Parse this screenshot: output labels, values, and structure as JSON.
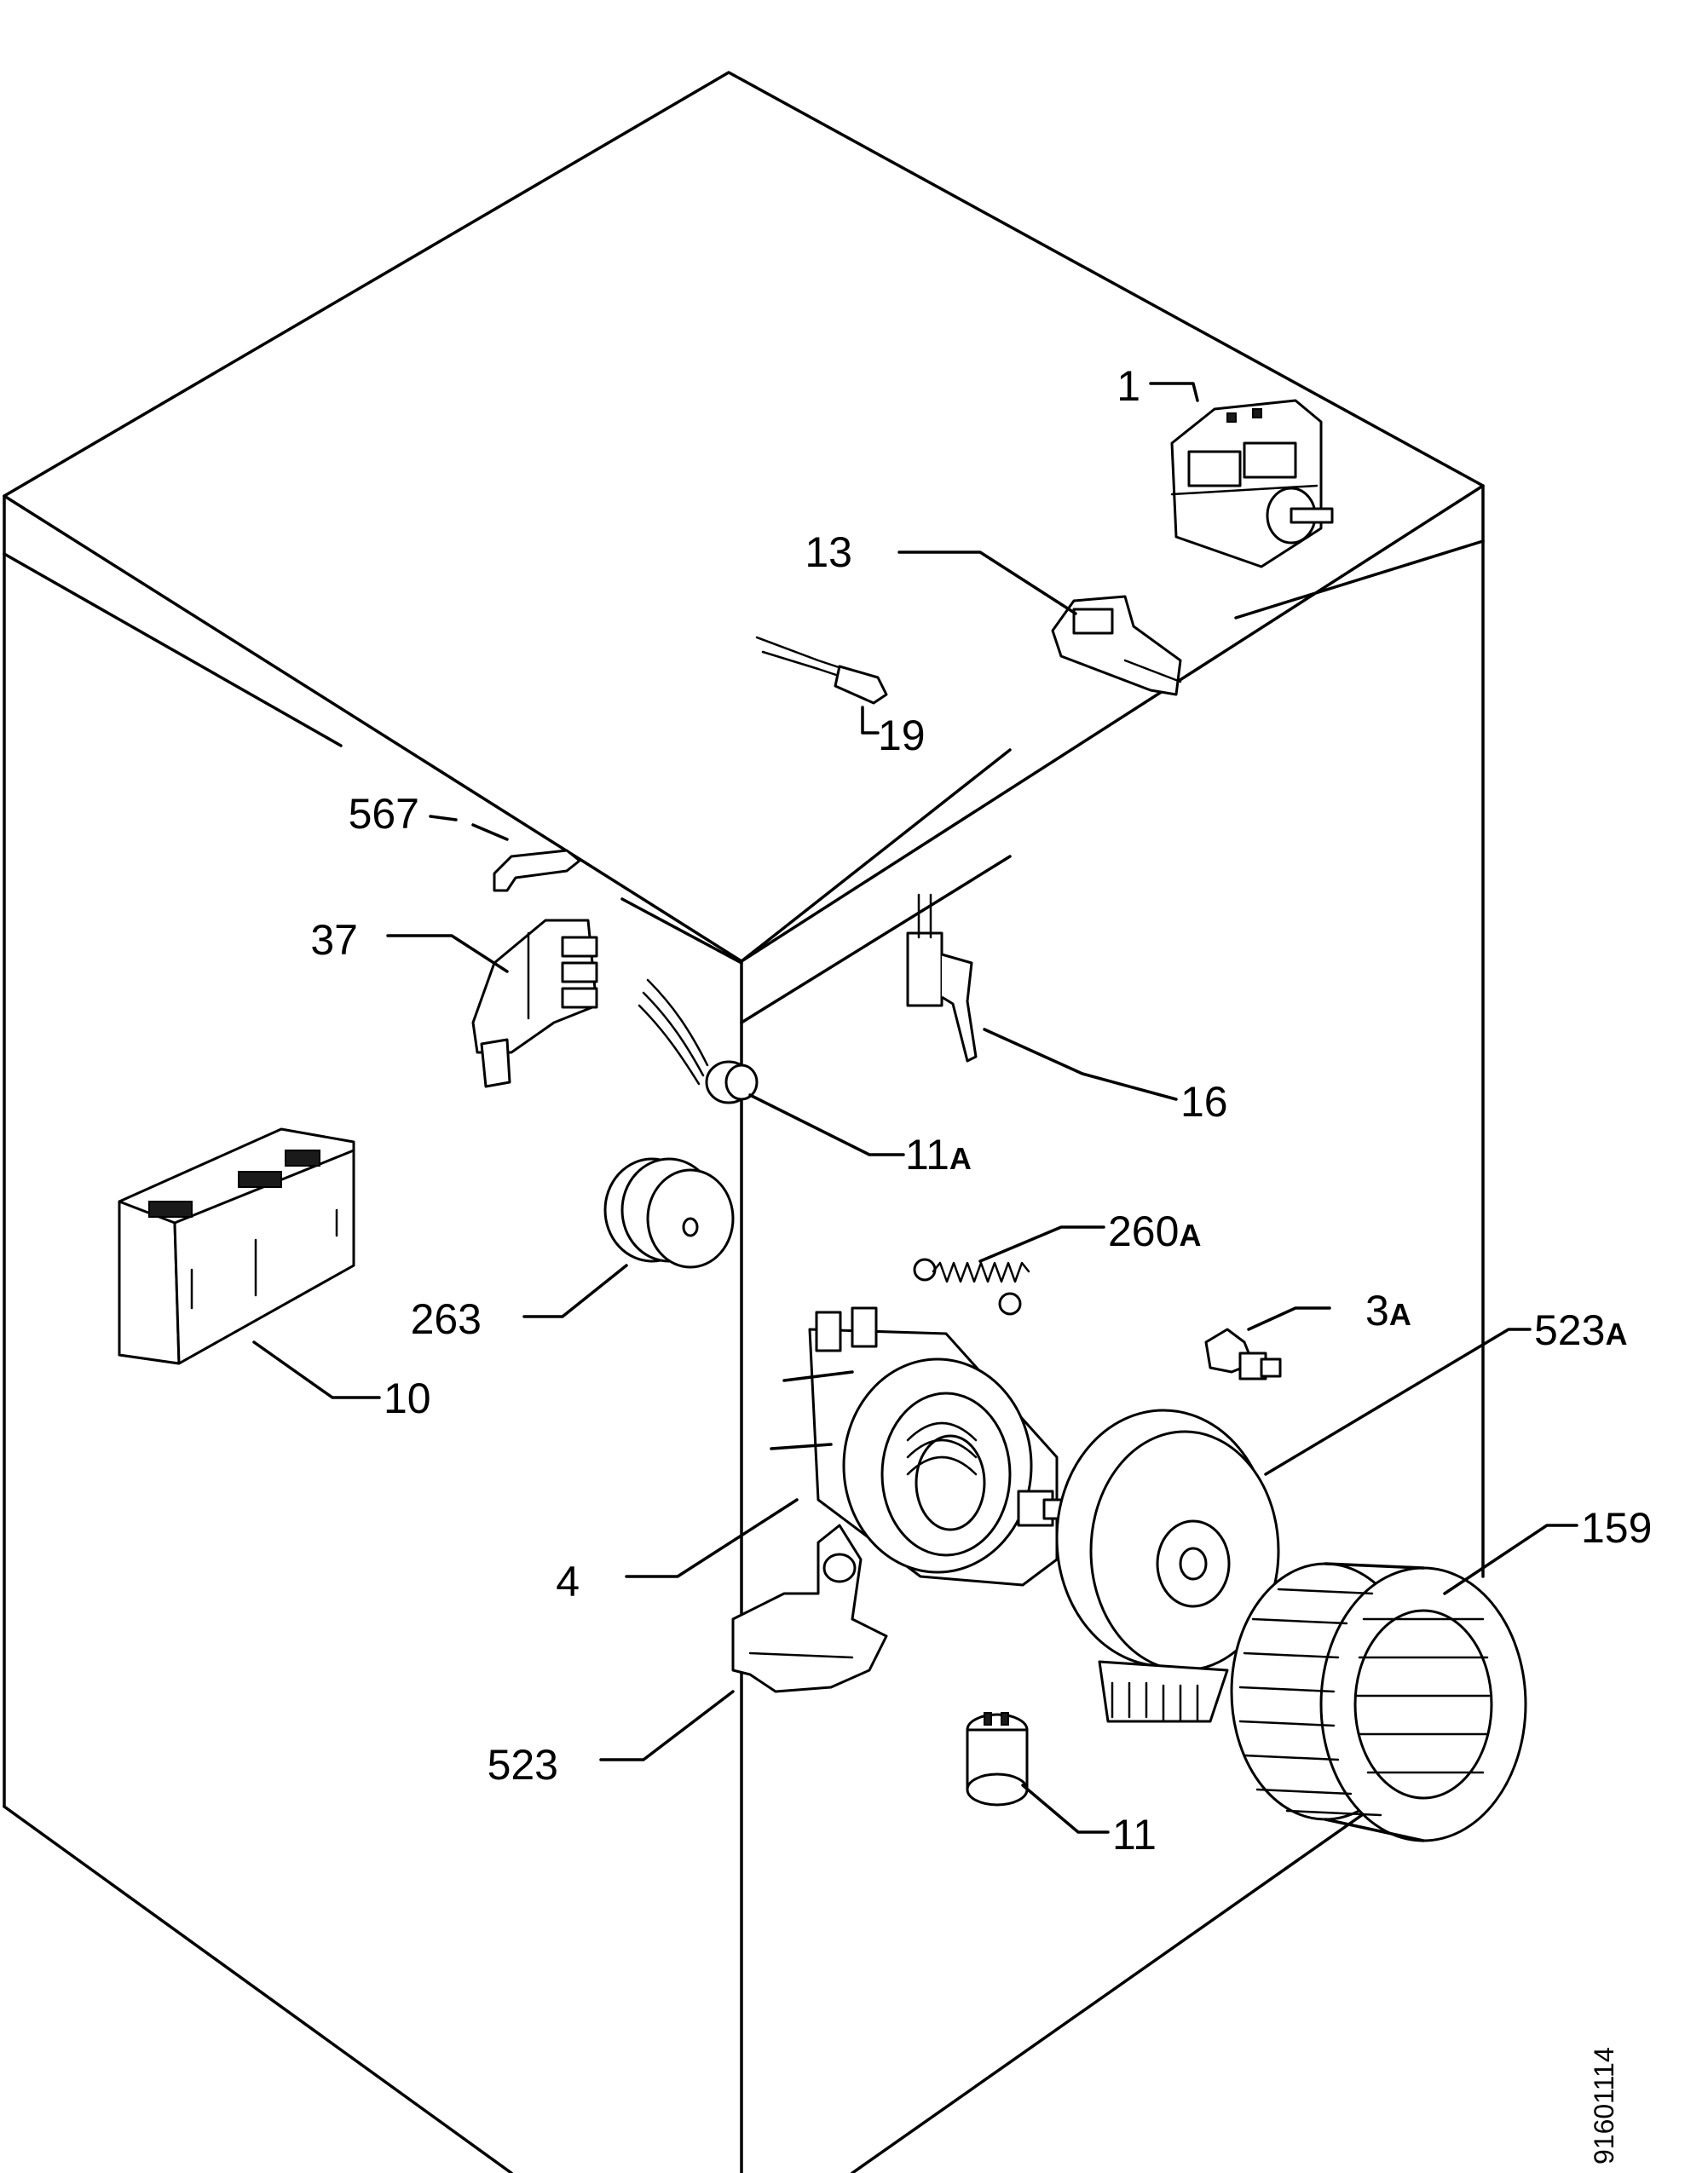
{
  "diagram": {
    "reference_number": "91601114",
    "parts": [
      {
        "id": "p1",
        "label": "1"
      },
      {
        "id": "p13",
        "label": "13"
      },
      {
        "id": "p19",
        "label": "19"
      },
      {
        "id": "p567",
        "label": "567"
      },
      {
        "id": "p37",
        "label": "37"
      },
      {
        "id": "p16",
        "label": "16"
      },
      {
        "id": "p11A",
        "label": "11",
        "suffix": "A"
      },
      {
        "id": "p10",
        "label": "10"
      },
      {
        "id": "p263",
        "label": "263"
      },
      {
        "id": "p260A",
        "label": "260",
        "suffix": "A"
      },
      {
        "id": "p3A",
        "label": "3",
        "suffix": "A"
      },
      {
        "id": "p523A",
        "label": "523",
        "suffix": "A"
      },
      {
        "id": "p4",
        "label": "4"
      },
      {
        "id": "p159",
        "label": "159"
      },
      {
        "id": "p523",
        "label": "523"
      },
      {
        "id": "p11",
        "label": "11"
      }
    ]
  }
}
